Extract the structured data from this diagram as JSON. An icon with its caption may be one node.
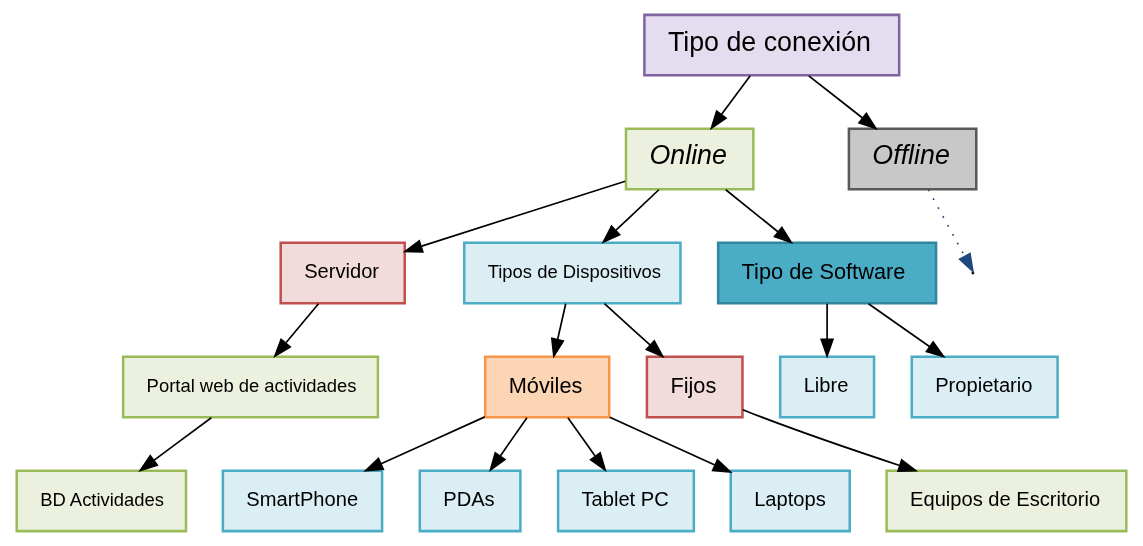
{
  "diagram": {
    "nodes": [
      {
        "text": [
          "Tipo de conexión"
        ]
      },
      {
        "text": [
          "Online"
        ]
      },
      {
        "text": [
          "Offline"
        ]
      },
      {
        "text": [
          "Servidor"
        ]
      },
      {
        "text": [
          "Portal web de actividades"
        ]
      },
      {
        "text": [
          "BD Actividades"
        ]
      },
      {
        "text": [
          "Tipos de Dispositivos"
        ]
      },
      {
        "text": [
          "Móviles"
        ]
      },
      {
        "text": [
          "Fijos"
        ]
      },
      {
        "text": [
          "Tipo de Software"
        ]
      },
      {
        "text": [
          "SmartPhone"
        ]
      },
      {
        "text": [
          "PDAs"
        ]
      },
      {
        "text": [
          "Equipos de Escritorio"
        ]
      },
      {
        "text": [
          "Libre"
        ]
      },
      {
        "text": [
          "Propietario"
        ]
      },
      {
        "text": [
          "Tablet PC"
        ]
      },
      {
        "text": [
          "Laptops"
        ]
      }
    ],
    "edges": [
      {
        "from": 0,
        "to": 1,
        "arrow": "to"
      },
      {
        "from": 0,
        "to": 2,
        "arrow": "to"
      },
      {
        "from": 1,
        "to": 3,
        "arrow": "to"
      },
      {
        "from": 1,
        "to": 6,
        "arrow": "to"
      },
      {
        "from": 1,
        "to": 9,
        "arrow": "to"
      },
      {
        "from": 2,
        "to": null,
        "arrow": "to",
        "style": "dashed",
        "color": "#1f497d"
      },
      {
        "from": 3,
        "to": 4,
        "arrow": "to"
      },
      {
        "from": 4,
        "to": 5,
        "arrow": "to"
      },
      {
        "from": 6,
        "to": 7,
        "arrow": "to"
      },
      {
        "from": 6,
        "to": 8,
        "arrow": "to"
      },
      {
        "from": 7,
        "to": 10,
        "arrow": "to"
      },
      {
        "from": 7,
        "to": 11,
        "arrow": "to"
      },
      {
        "from": 7,
        "to": 15,
        "arrow": "to"
      },
      {
        "from": 7,
        "to": 16,
        "arrow": "to"
      },
      {
        "from": 8,
        "to": 12,
        "arrow": "to"
      },
      {
        "from": 9,
        "to": 13,
        "arrow": "to"
      },
      {
        "from": 9,
        "to": 14,
        "arrow": "to"
      }
    ]
  }
}
